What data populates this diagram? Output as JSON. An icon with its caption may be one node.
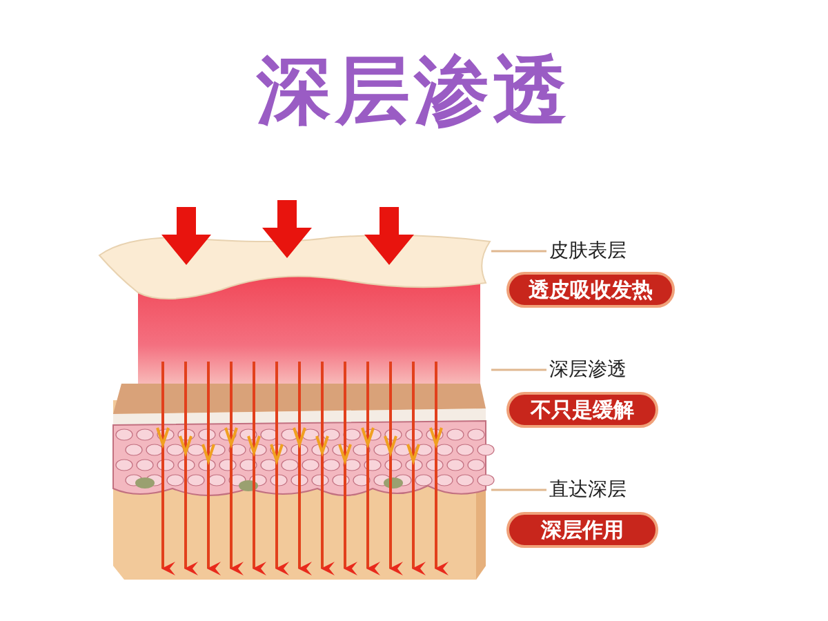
{
  "diagram": {
    "title": "深层渗透",
    "nodes": [
      {
        "text": [
          "皮肤表层"
        ]
      },
      {
        "text": [
          "透皮吸收发热"
        ]
      },
      {
        "text": [
          "深层渗透"
        ]
      },
      {
        "text": [
          "不只是缓解"
        ]
      },
      {
        "text": [
          "直达深层"
        ]
      },
      {
        "text": [
          "深层作用"
        ]
      }
    ],
    "edges": [
      {
        "from": 0,
        "to": null,
        "arrow": "none"
      },
      {
        "from": 2,
        "to": null,
        "arrow": "none"
      },
      {
        "from": 4,
        "to": null,
        "arrow": "none"
      }
    ]
  }
}
